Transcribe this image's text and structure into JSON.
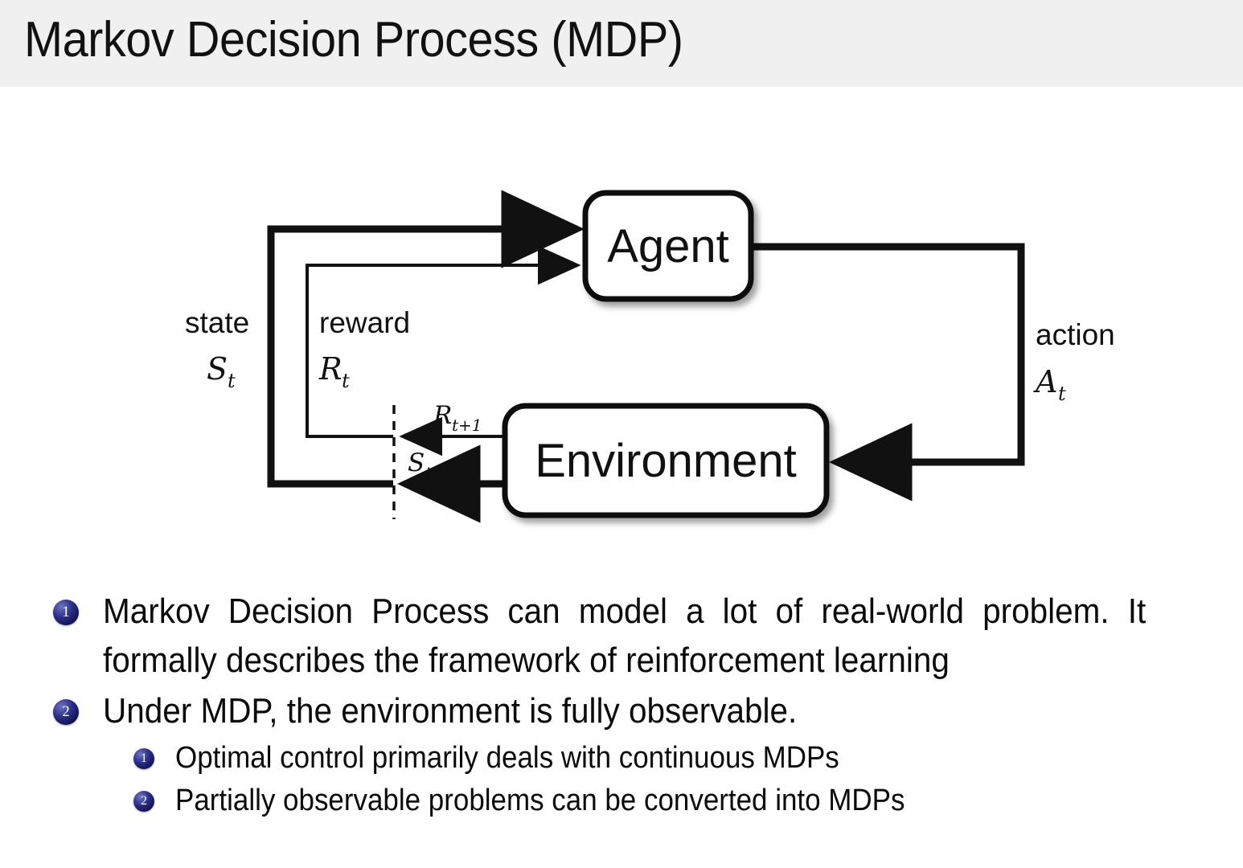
{
  "slide": {
    "title": "Markov Decision Process (MDP)",
    "header_bg": "#f0f0f0",
    "page_bg": "#ffffff",
    "text_color": "#0b0b0b"
  },
  "diagram": {
    "name": "agent-environment-interaction-loop",
    "stroke_color": "#111111",
    "nodes": {
      "agent": "Agent",
      "environment": "Environment"
    },
    "labels": {
      "state_word": "state",
      "state_symbol": "S",
      "state_subscript": "t",
      "reward_word": "reward",
      "reward_symbol": "R",
      "reward_subscript": "t",
      "action_word": "action",
      "action_symbol": "A",
      "action_subscript": "t",
      "reward_next_symbol": "R",
      "reward_next_subscript": "t+1",
      "state_next_symbol": "S",
      "state_next_subscript": "t+1"
    }
  },
  "bullets": [
    {
      "number": "1",
      "level": 1,
      "text": "Markov Decision Process can model a lot of real-world problem. It formally describes the framework of reinforcement learning"
    },
    {
      "number": "2",
      "level": 1,
      "text": "Under MDP, the environment is fully observable."
    },
    {
      "number": "1",
      "level": 2,
      "text": "Optimal control primarily deals with continuous MDPs"
    },
    {
      "number": "2",
      "level": 2,
      "text": "Partially observable problems can be converted into MDPs"
    }
  ],
  "badge": {
    "color_light": "#6f74c0",
    "color_mid": "#2b2f86",
    "color_dark": "#0a0b33"
  }
}
